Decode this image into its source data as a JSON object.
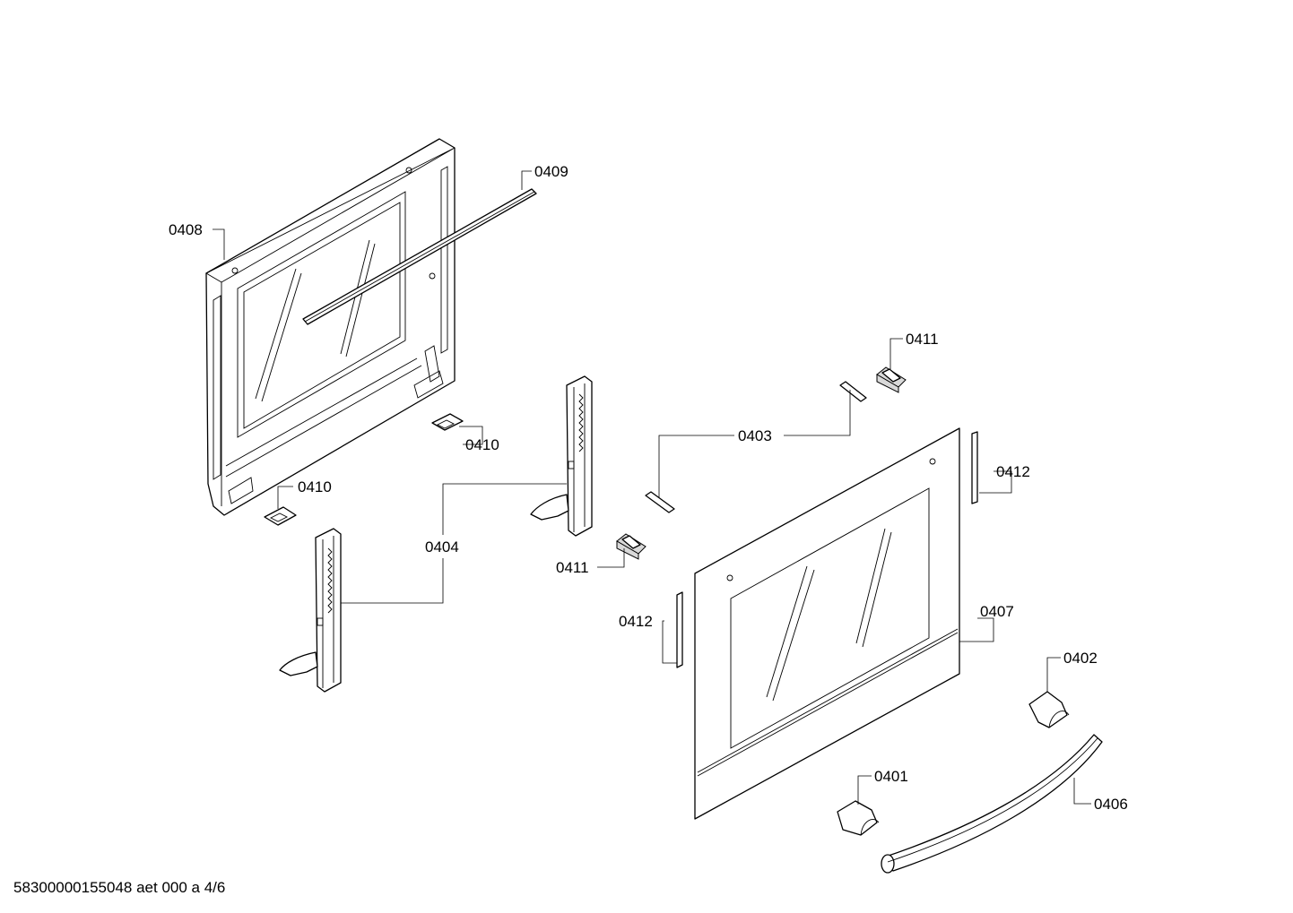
{
  "footer_text": "58300000155048 aet 000 a 4/6",
  "callouts": {
    "c0408": "0408",
    "c0409": "0409",
    "c0410a": "0410",
    "c0410b": "0410",
    "c0404": "0404",
    "c0403": "0403",
    "c0411a": "0411",
    "c0411b": "0411",
    "c0412a": "0412",
    "c0412b": "0412",
    "c0407": "0407",
    "c0402": "0402",
    "c0401": "0401",
    "c0406": "0406"
  }
}
